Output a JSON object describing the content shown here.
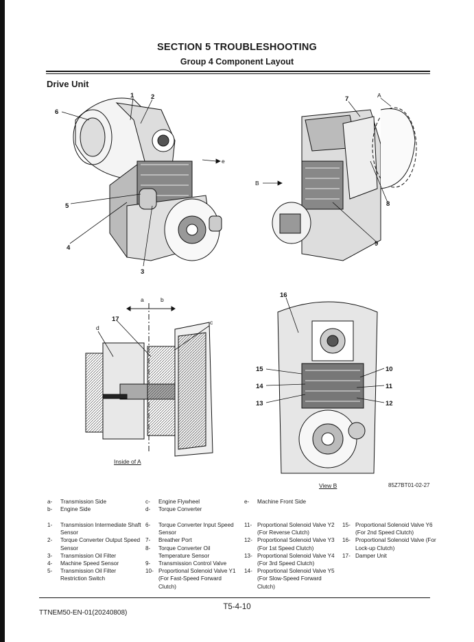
{
  "header": {
    "section_title": "SECTION 5 TROUBLESHOOTING",
    "group_title": "Group 4 Component Layout"
  },
  "section_heading": "Drive Unit",
  "figure": {
    "callouts": [
      "1",
      "2",
      "3",
      "4",
      "5",
      "6",
      "7",
      "8",
      "9",
      "10",
      "11",
      "12",
      "13",
      "14",
      "15",
      "16",
      "17"
    ],
    "letters": [
      "a",
      "b",
      "c",
      "d",
      "e",
      "A",
      "B"
    ],
    "caption_inside": "Inside of A",
    "caption_view": "View B",
    "figure_code": "85Z7BT01-02-27"
  },
  "legend_letters": [
    {
      "key": "a-",
      "text": "Transmission Side"
    },
    {
      "key": "b-",
      "text": "Engine Side"
    },
    {
      "key": "c-",
      "text": "Engine Flywheel"
    },
    {
      "key": "d-",
      "text": "Torque Converter"
    },
    {
      "key": "e-",
      "text": "Machine Front Side"
    }
  ],
  "legend_col1": [
    {
      "key": "1-",
      "text": "Transmission Intermediate Shaft Sensor"
    },
    {
      "key": "2-",
      "text": "Torque Converter Output Speed Sensor"
    },
    {
      "key": "3-",
      "text": "Transmission Oil Filter"
    },
    {
      "key": "4-",
      "text": "Machine Speed Sensor"
    },
    {
      "key": "5-",
      "text": "Transmission Oil Filter Restriction Switch"
    }
  ],
  "legend_col2": [
    {
      "key": "6-",
      "text": "Torque Converter Input Speed Sensor"
    },
    {
      "key": "7-",
      "text": "Breather Port"
    },
    {
      "key": "8-",
      "text": "Torque Converter Oil Temperature Sensor"
    },
    {
      "key": "9-",
      "text": "Transmission Control Valve"
    },
    {
      "key": "10-",
      "text": "Proportional Solenoid Valve Y1 (For Fast-Speed Forward Clutch)"
    }
  ],
  "legend_col3": [
    {
      "key": "11-",
      "text": "Proportional Solenoid Valve Y2 (For Reverse Clutch)"
    },
    {
      "key": "12-",
      "text": "Proportional Solenoid Valve Y3 (For 1st Speed Clutch)"
    },
    {
      "key": "13-",
      "text": "Proportional Solenoid Valve Y4 (For 3rd Speed Clutch)"
    },
    {
      "key": "14-",
      "text": "Proportional Solenoid Valve Y5 (For Slow-Speed Forward Clutch)"
    }
  ],
  "legend_col4": [
    {
      "key": "15-",
      "text": "Proportional Solenoid Valve Y6 (For 2nd Speed Clutch)"
    },
    {
      "key": "16-",
      "text": "Proportional Solenoid Valve (For Lock-up Clutch)"
    },
    {
      "key": "17-",
      "text": "Damper Unit"
    }
  ],
  "footer": {
    "doc_code": "TTNEM50-EN-01(20240808)",
    "page": "T5-4-10"
  }
}
